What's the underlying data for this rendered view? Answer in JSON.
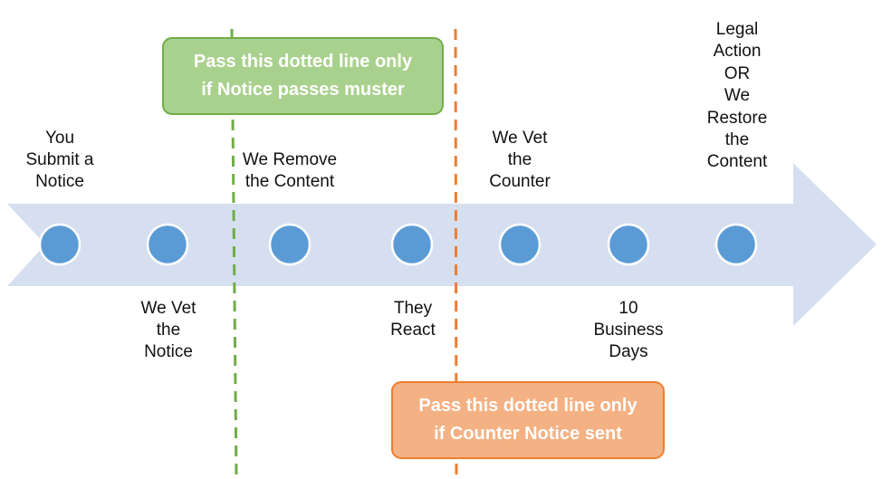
{
  "colors": {
    "arrow": "#d6dff0",
    "node_fill": "#5b9bd5",
    "node_stroke": "#ffffff",
    "green_line": "#70ad47",
    "orange_line": "#ed7d31",
    "green_box": "#a9d18e",
    "orange_box": "#f4b183"
  },
  "steps": [
    {
      "label": "You\nSubmit a\nNotice"
    },
    {
      "label": "We Vet\nthe\nNotice"
    },
    {
      "label": "We Remove\nthe Content"
    },
    {
      "label": "They\nReact"
    },
    {
      "label": "We Vet\nthe\nCounter"
    },
    {
      "label": "10\nBusiness\nDays"
    },
    {
      "label": "Legal\nAction\nOR\nWe\nRestore\nthe\nContent"
    }
  ],
  "gates": {
    "notice": {
      "text": "Pass  this dotted line only\nif Notice passes muster"
    },
    "counter": {
      "text": "Pass  this dotted line only\nif Counter Notice sent"
    }
  }
}
